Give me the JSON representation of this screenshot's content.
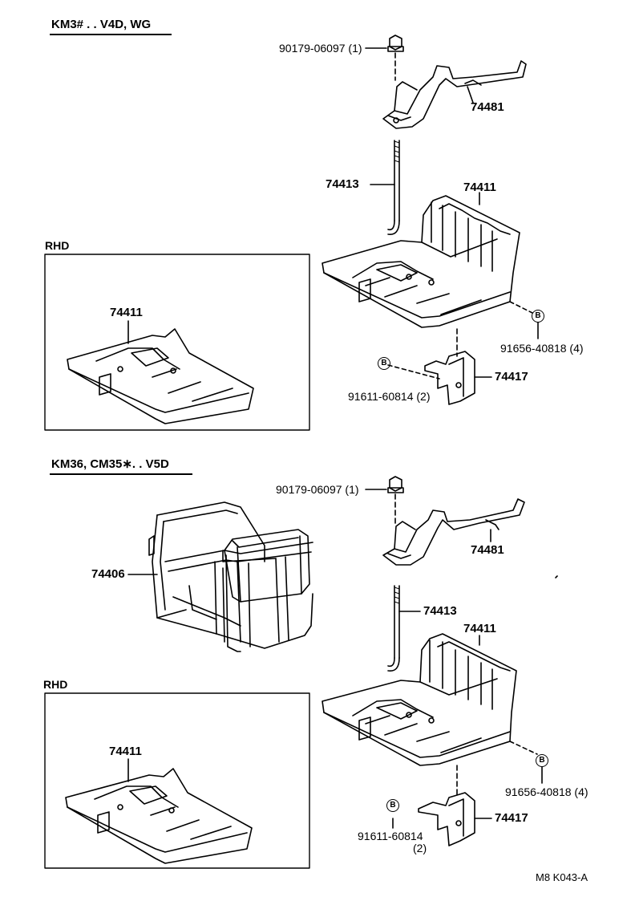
{
  "sections": [
    {
      "title": "KM3# . . V4D, WG",
      "rhd_label": "RHD",
      "parts": {
        "clamp_nut": "90179-06097 (1)",
        "clamp": "74481",
        "rod": "74413",
        "tray": "74411",
        "tray_rhd": "74411",
        "bolt_b_right": "91656-40818 (4)",
        "bolt_b_left": "91611-60814 (2)",
        "bracket": "74417",
        "b_marker": "B"
      }
    },
    {
      "title": "KM36, CM35∗. . V5D",
      "rhd_label": "RHD",
      "parts": {
        "clamp_nut": "90179-06097 (1)",
        "clamp": "74481",
        "rod": "74413",
        "tray": "74411",
        "tray_rhd": "74411",
        "carrier": "74406",
        "bolt_b_right": "91656-40818 (4)",
        "bolt_b_left": "91611-60814",
        "bolt_b_left_qty": "(2)",
        "bracket": "74417",
        "b_marker": "B"
      }
    }
  ],
  "footer": "M8  K043-A"
}
